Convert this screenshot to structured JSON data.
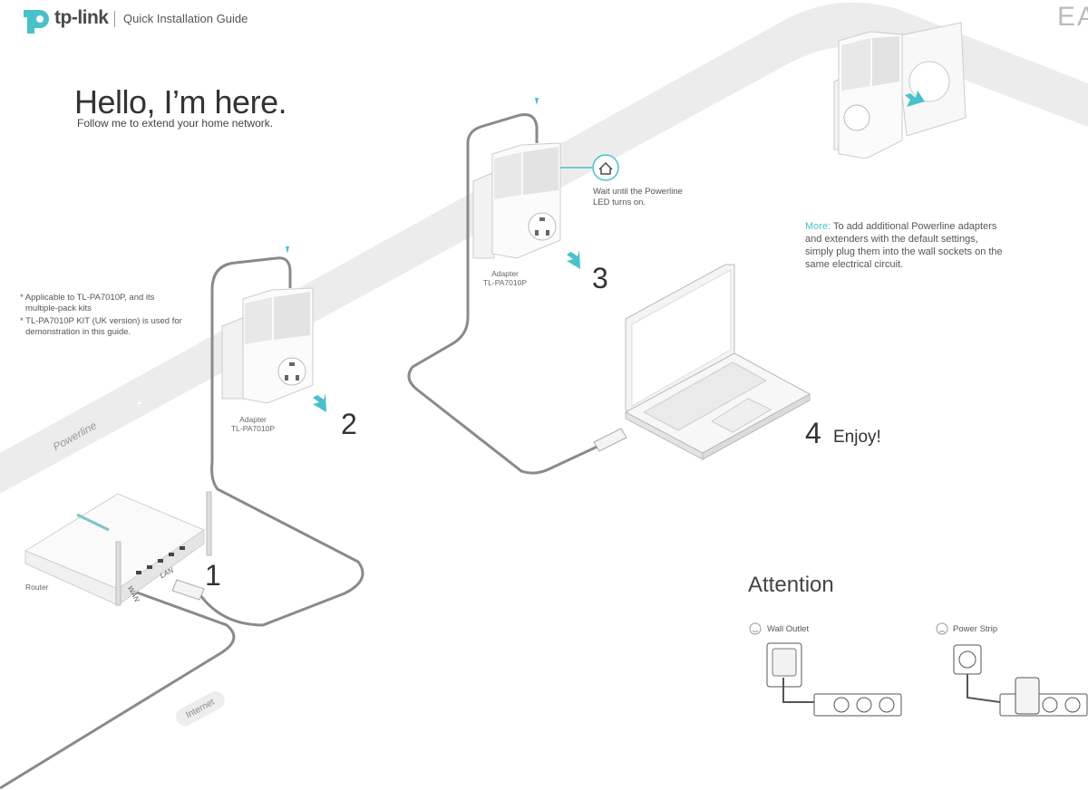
{
  "header": {
    "brand": "tp-link",
    "title": "Quick Installation Guide",
    "mark": "EAC"
  },
  "hero": {
    "title": "Hello, I’m here.",
    "subtitle": "Follow me to extend your home network."
  },
  "notes": [
    "* Applicable to TL-PA7010P, and its",
    "multiple-pack kits",
    "* TL-PA7010P KIT (UK version) is used for",
    "demonstration in this guide."
  ],
  "band": {
    "label": "Powerline"
  },
  "steps": {
    "s1": {
      "number": "1"
    },
    "s2": {
      "number": "2",
      "device_line1": "Adapter",
      "device_line2": "TL-PA7010P"
    },
    "s3": {
      "number": "3",
      "device_line1": "Adapter",
      "device_line2": "TL-PA7010P",
      "led_note_1": "Wait until the Powerline",
      "led_note_2": "LED turns on."
    },
    "s4": {
      "number": "4",
      "label": "Enjoy!"
    }
  },
  "router": {
    "label": "Router",
    "lan": "LAN",
    "wan": "WAN",
    "internet": "Internet"
  },
  "more": {
    "prefix": "More:",
    "text": "To add additional Powerline adapters and extenders with the default settings, simply plug them into the wall sockets on the same electrical circuit."
  },
  "attention": {
    "title": "Attention",
    "good": "Wall Outlet",
    "bad": "Power Strip"
  },
  "colors": {
    "accent": "#4ac0c8",
    "band": "#ececec",
    "cable": "#8a8a8a"
  }
}
